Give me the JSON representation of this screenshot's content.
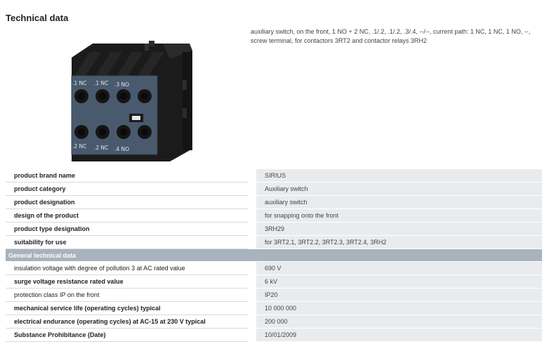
{
  "page": {
    "title": "Technical data",
    "description": "auxiliary switch, on the front, 1 NO + 2 NC, .1/.2, .1/.2, .3/.4, --/--, current path: 1 NC, 1 NC, 1 NO, --, screw terminal, for contactors 3RT2 and contactor relays 3RH2"
  },
  "image": {
    "terminal_labels_top": [
      ".1 NC",
      ".1 NC",
      ".3 NO"
    ],
    "terminal_labels_bottom": [
      ".2 NC",
      ".2 NC",
      ".4 NO"
    ],
    "colors": {
      "housing": "#1c1c1c",
      "front_plate": "#4a5a6e"
    }
  },
  "rows_top": [
    {
      "label": "product brand name",
      "value": "SIRIUS",
      "bold": true
    },
    {
      "label": "product category",
      "value": "Auxiliary switch",
      "bold": true
    },
    {
      "label": "product designation",
      "value": "auxiliary switch",
      "bold": true
    },
    {
      "label": "design of the product",
      "value": "for snapping onto the front",
      "bold": true
    },
    {
      "label": "product type designation",
      "value": "3RH29",
      "bold": true
    },
    {
      "label": "suitability for use",
      "value": "for 3RT2.1, 3RT2.2, 3RT2.3, 3RT2.4, 3RH2",
      "bold": true
    }
  ],
  "section": {
    "title": "General technical data"
  },
  "rows_general": [
    {
      "label": "insulation voltage with degree of pollution 3 at AC rated value",
      "value": "690 V",
      "bold": false
    },
    {
      "label": "surge voltage resistance rated value",
      "value": "6 kV",
      "bold": true
    },
    {
      "label": "protection class IP on the front",
      "value": "IP20",
      "bold": false
    },
    {
      "label": "mechanical service life (operating cycles) typical",
      "value": "10 000 000",
      "bold": true
    },
    {
      "label": "electrical endurance (operating cycles) at AC-15 at 230 V typical",
      "value": "200 000",
      "bold": true
    },
    {
      "label": "Substance Prohibitance (Date)",
      "value": "10/01/2009",
      "bold": true
    }
  ],
  "colors": {
    "value_bg": "#e9ebed",
    "section_bg": "#a8b3bd"
  }
}
